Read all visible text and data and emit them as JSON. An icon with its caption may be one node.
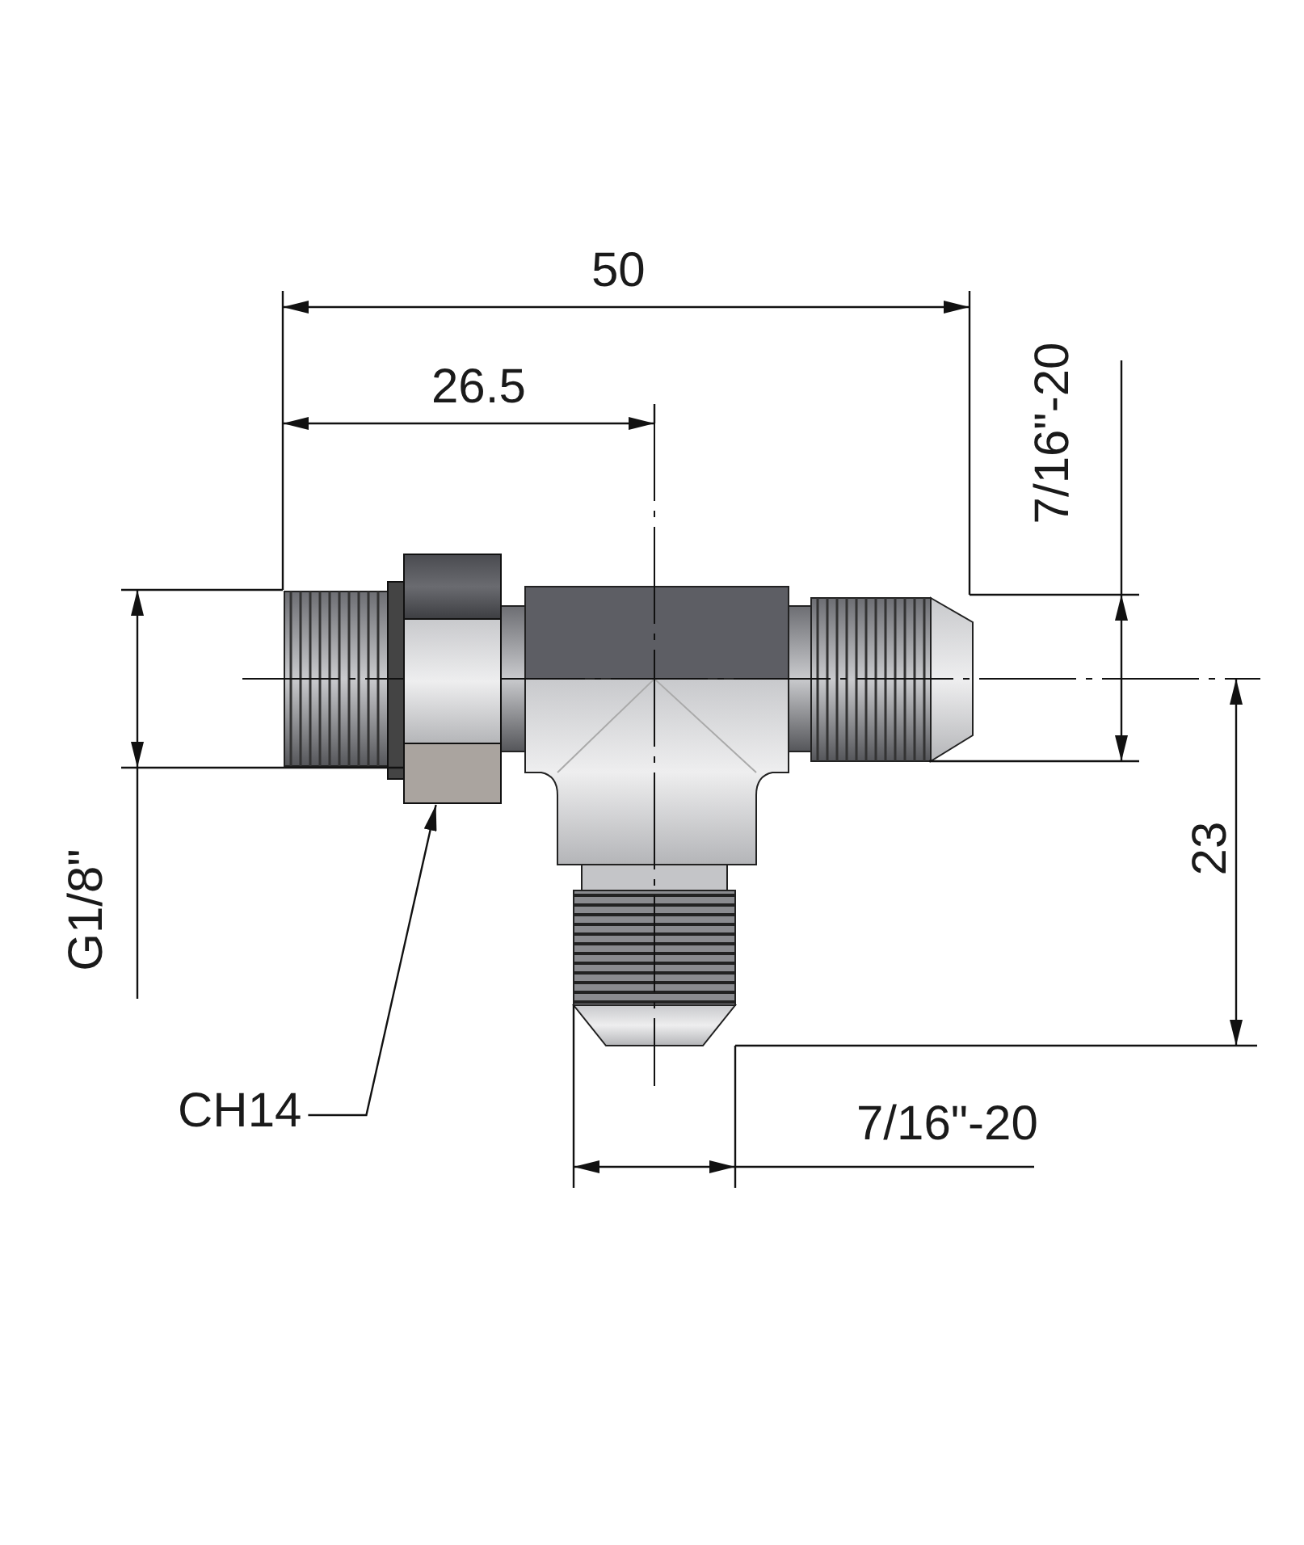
{
  "diagram": {
    "nodes": [
      {
        "text": [
          "CH14"
        ]
      },
      {
        "text": [],
        "shape": "picture"
      }
    ],
    "edges": [
      {
        "from": 0,
        "to": 1,
        "arrow": "to"
      }
    ],
    "labels": [
      "50",
      "26.5",
      "7/16\"-20",
      "23",
      "G1/8\"",
      "7/16\"-20"
    ]
  }
}
